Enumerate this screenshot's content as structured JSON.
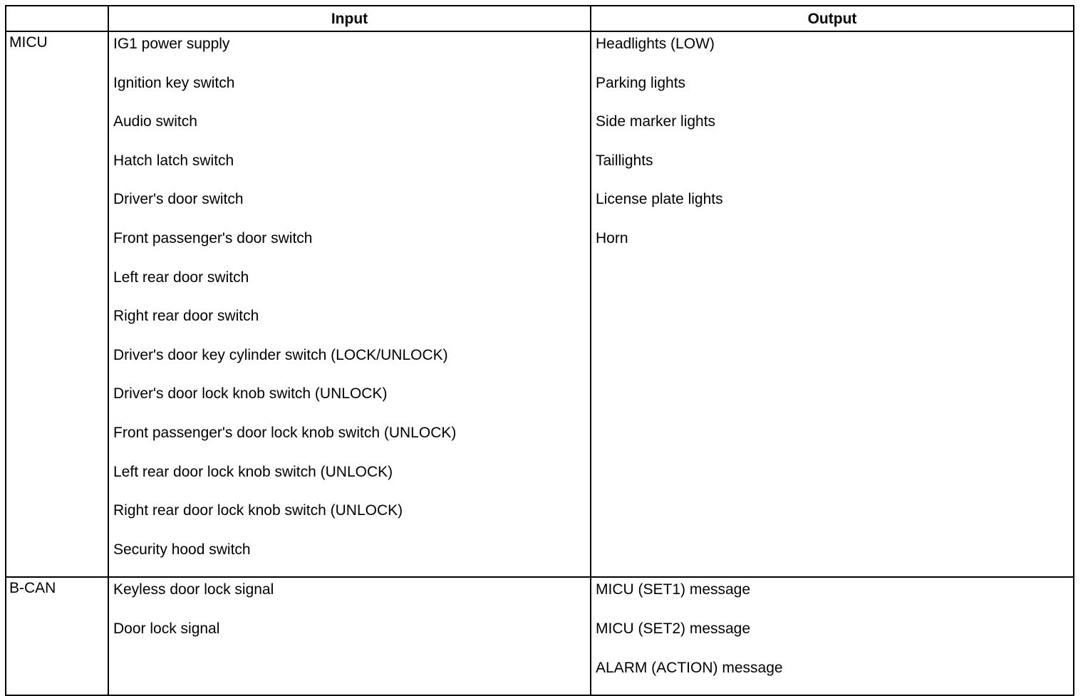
{
  "table": {
    "columns": [
      {
        "key": "module",
        "header": ""
      },
      {
        "key": "input",
        "header": "Input"
      },
      {
        "key": "output",
        "header": "Output"
      }
    ],
    "sections": [
      {
        "module": "MICU",
        "inputs": [
          "IG1 power supply",
          "Ignition key switch",
          "Audio switch",
          "Hatch latch switch",
          "Driver's door switch",
          "Front passenger's door switch",
          "Left rear door switch",
          "Right rear door switch",
          "Driver's door key cylinder switch (LOCK/UNLOCK)",
          "Driver's door lock knob switch (UNLOCK)",
          "Front passenger's door lock knob switch (UNLOCK)",
          "Left rear door lock knob switch (UNLOCK)",
          "Right rear door lock knob switch (UNLOCK)",
          "Security hood switch"
        ],
        "outputs": [
          "Headlights (LOW)",
          "Parking lights",
          "Side marker lights",
          "Taillights",
          "License plate lights",
          "Horn"
        ]
      },
      {
        "module": "B-CAN",
        "inputs": [
          "Keyless door lock signal",
          "Door lock signal"
        ],
        "outputs": [
          "MICU (SET1) message",
          "MICU (SET2) message",
          "ALARM (ACTION) message"
        ]
      }
    ]
  },
  "style": {
    "border_color": "#000000",
    "text_color": "#000000",
    "background": "#ffffff"
  }
}
